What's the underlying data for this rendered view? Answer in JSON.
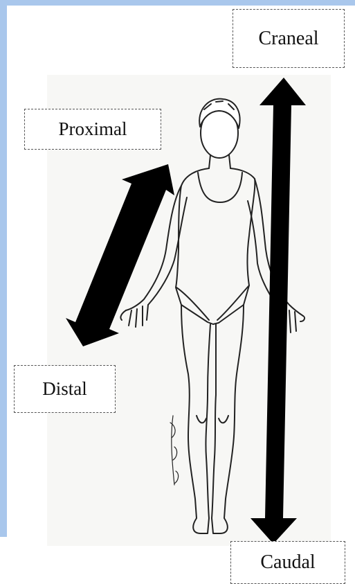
{
  "labels": {
    "craneal": "Craneal",
    "proximal": "Proximal",
    "distal": "Distal",
    "caudal": "Caudal"
  },
  "colors": {
    "arrow": "#000000",
    "frame": "#a9c7ec",
    "line_art": "#222222"
  }
}
